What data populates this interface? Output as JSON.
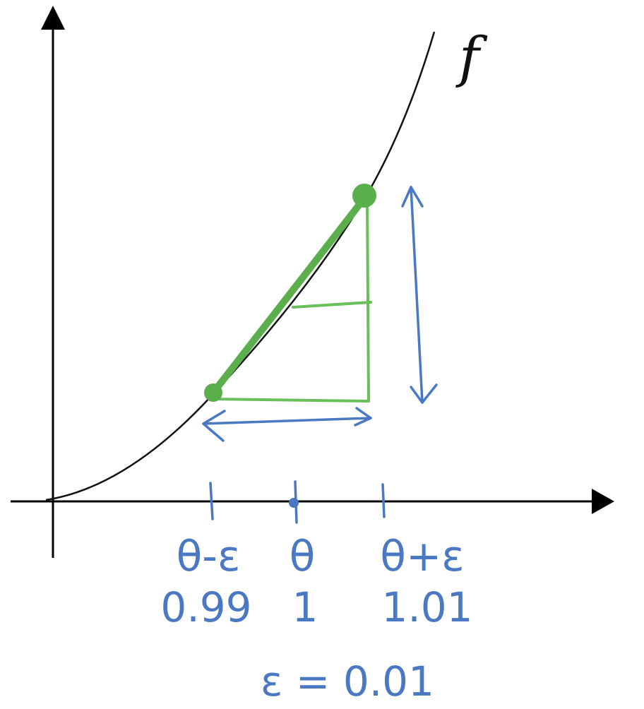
{
  "function_label": "f",
  "ticks": [
    {
      "label": "θ-ε",
      "value": "0.99"
    },
    {
      "label": "θ",
      "value": "1"
    },
    {
      "label": "θ+ε",
      "value": "1.01"
    }
  ],
  "epsilon_note": "ε = 0.01",
  "colors": {
    "axis": "#000000",
    "curve": "#111111",
    "secant": "#5aae4b",
    "triangle": "#6abf5a",
    "annotation": "#4a78c2"
  }
}
